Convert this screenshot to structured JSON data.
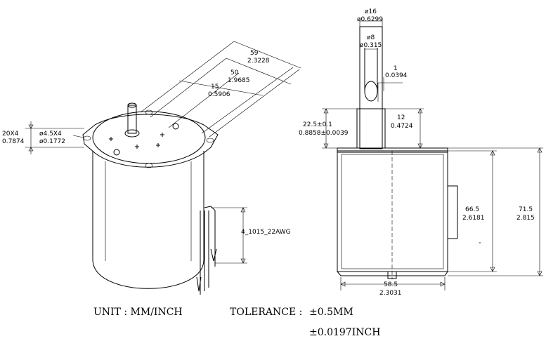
{
  "left_view": {
    "dims": {
      "len_59": "59",
      "len_59_in": "2.3228",
      "len_50": "50",
      "len_50_in": "1.9685",
      "len_15": "15",
      "len_15_in": "0.5906",
      "holes": "20X4",
      "holes_in": "0.7874",
      "hole_dia": "ø4.5X4",
      "hole_dia_in": "ø0.1772",
      "wire": "4_1015_22AWG"
    }
  },
  "right_view": {
    "dims": {
      "dia16": "ø16",
      "dia16_in": "ø0.6299",
      "dia8": "ø8",
      "dia8_in": "ø0.315",
      "flat1": "1",
      "flat1_in": "0.0394",
      "shaft12": "12",
      "shaft12_in": "0.4724",
      "shaft22": "22.5±0.1",
      "shaft22_in": "0.8858±0.0039",
      "h665": "66.5",
      "h665_in": "2.6181",
      "h715": "71.5",
      "h715_in": "2.815",
      "w585": "58.5",
      "w585_in": "2.3031"
    }
  },
  "footer": {
    "unit_label": "UNIT : MM/INCH",
    "tolerance_label": "TOLERANCE :",
    "tol_mm": "±0.5MM",
    "tol_inch": "±0.0197INCH"
  }
}
